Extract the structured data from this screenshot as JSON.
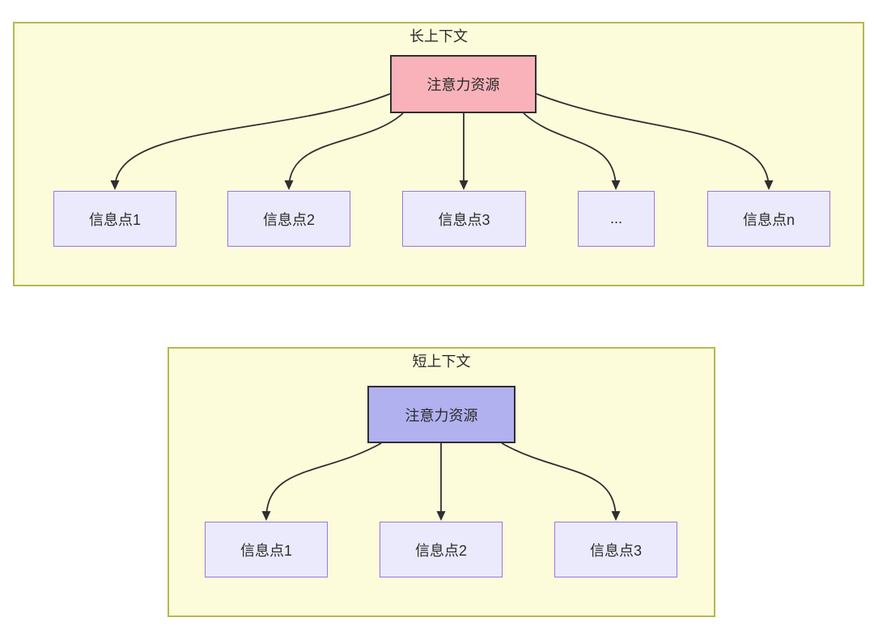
{
  "diagram": {
    "type": "flowchart-comparison",
    "sections": [
      {
        "id": "long-context",
        "title": "长上下文",
        "attention_label": "注意力资源",
        "attention_fill": "#f9b2ba",
        "nodes": [
          {
            "label": "信息点1"
          },
          {
            "label": "信息点2"
          },
          {
            "label": "信息点3"
          },
          {
            "label": "..."
          },
          {
            "label": "信息点n"
          }
        ]
      },
      {
        "id": "short-context",
        "title": "短上下文",
        "attention_label": "注意力资源",
        "attention_fill": "#b1b1f0",
        "nodes": [
          {
            "label": "信息点1"
          },
          {
            "label": "信息点2"
          },
          {
            "label": "信息点3"
          }
        ]
      }
    ],
    "colors": {
      "container_fill": "#fcfcdb",
      "container_border": "#b6b74f",
      "attention_long_fill": "#f9b2ba",
      "attention_short_fill": "#b1b1f0",
      "attention_border": "#2f2f2f",
      "node_fill": "#eaeafc",
      "node_border": "#9878db",
      "arrow_color": "#2f2f2f",
      "text_color": "#2b2b2b"
    }
  }
}
